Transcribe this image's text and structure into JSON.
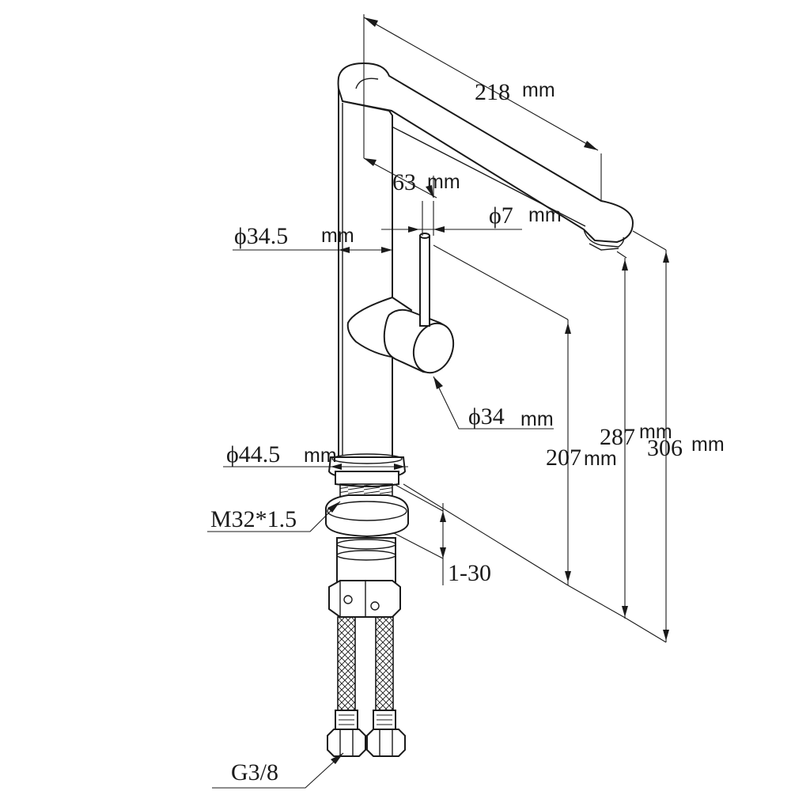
{
  "dimensions": {
    "spout_reach": "218",
    "spout_offset": "63",
    "lever_dia": "7",
    "body_dia": "34.5",
    "handle_dia": "34",
    "base_dia": "44.5",
    "thread": "M32*1.5",
    "mount_range": "1-30",
    "spout_height": "207",
    "outlet_height": "287",
    "total_height": "306",
    "hose_connection": "G3/8"
  },
  "units": {
    "mm": "mm",
    "diameter_symbol": "ϕ"
  }
}
